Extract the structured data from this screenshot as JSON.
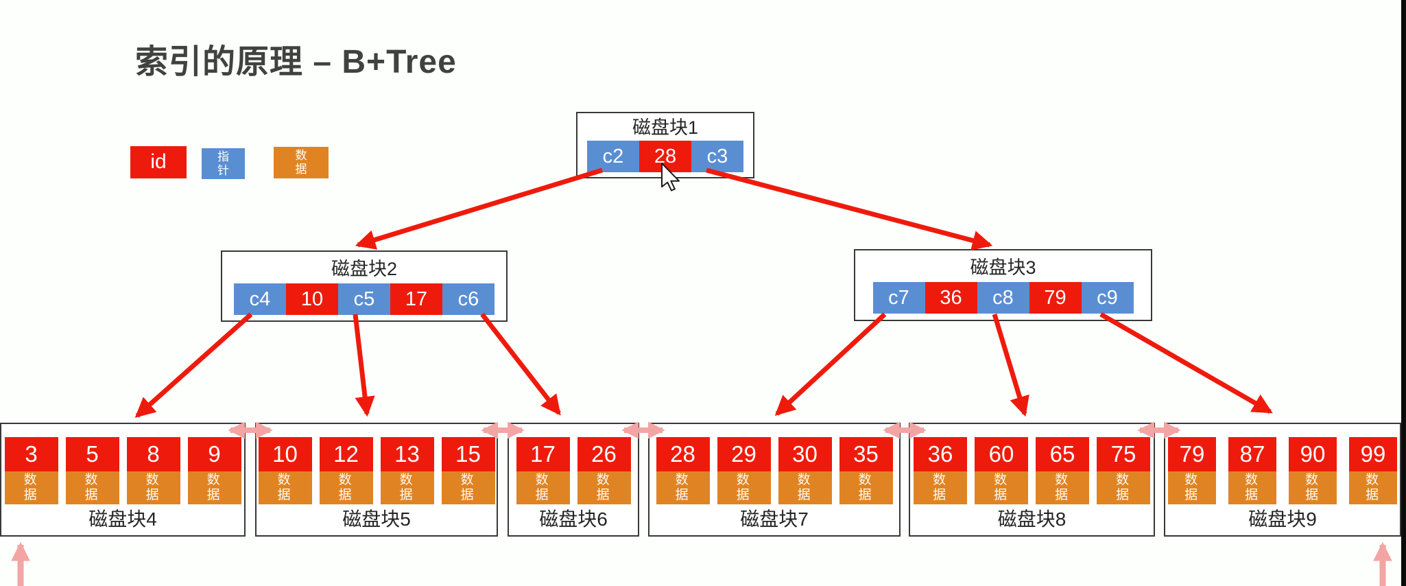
{
  "title": "索引的原理 – B+Tree",
  "legend": {
    "id": {
      "label": "id",
      "color": "#ee1b0d"
    },
    "pointer": {
      "label": "指针",
      "color": "#5a8ed2"
    },
    "data": {
      "label": "数据",
      "color": "#e08423"
    }
  },
  "labels": {
    "data": "数据"
  },
  "colors": {
    "id_cell": "#ee1b0d",
    "pointer_cell": "#5a8ed2",
    "data_cell": "#e08423",
    "tree_arrow": "#ee1b0d",
    "leaf_link_arrow": "#f2a5a3",
    "title_text": "#3f423f"
  },
  "nodes": {
    "n1": {
      "name": "磁盘块1",
      "cells": [
        "c2",
        "28",
        "c3"
      ]
    },
    "n2": {
      "name": "磁盘块2",
      "cells": [
        "c4",
        "10",
        "c5",
        "17",
        "c6"
      ]
    },
    "n3": {
      "name": "磁盘块3",
      "cells": [
        "c7",
        "36",
        "c8",
        "79",
        "c9"
      ]
    },
    "n4": {
      "name": "磁盘块4",
      "keys": [
        "3",
        "5",
        "8",
        "9"
      ]
    },
    "n5": {
      "name": "磁盘块5",
      "keys": [
        "10",
        "12",
        "13",
        "15"
      ]
    },
    "n6": {
      "name": "磁盘块6",
      "keys": [
        "17",
        "26"
      ]
    },
    "n7": {
      "name": "磁盘块7",
      "keys": [
        "28",
        "29",
        "30",
        "35"
      ]
    },
    "n8": {
      "name": "磁盘块8",
      "keys": [
        "36",
        "60",
        "65",
        "75"
      ]
    },
    "n9": {
      "name": "磁盘块9",
      "keys": [
        "79",
        "87",
        "90",
        "99"
      ]
    }
  }
}
